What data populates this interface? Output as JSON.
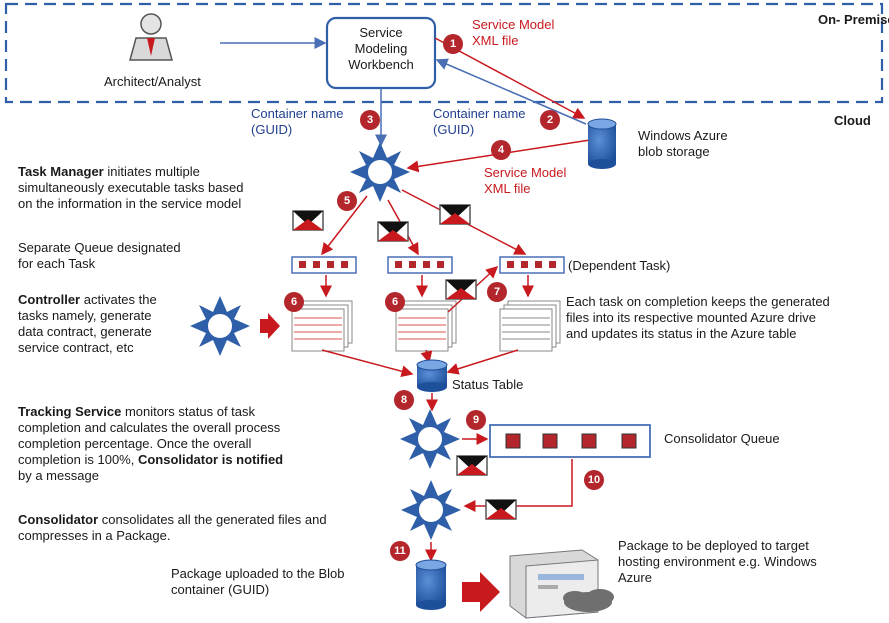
{
  "zones": {
    "on_premise": "On- Premise",
    "cloud": "Cloud"
  },
  "actors": {
    "architect": "Architect/Analyst"
  },
  "workbench": {
    "line1": "Service",
    "line2": "Modeling",
    "line3": "Workbench"
  },
  "labels": {
    "service_model_1a": "Service Model",
    "service_model_1b": "XML file",
    "container_3a": "Container name",
    "container_3b": "(GUID)",
    "container_2a": "Container name",
    "container_2b": "(GUID)",
    "blob_a": "Windows Azure",
    "blob_b": "blob storage",
    "service_model_4a": "Service Model",
    "service_model_4b": "XML file",
    "dependent_task": "(Dependent Task)",
    "status_table": "Status Table",
    "consolidator_queue": "Consolidator Queue",
    "package_deploy_a": "Package to be deployed to target",
    "package_deploy_b": "hosting environment e.g. Windows",
    "package_deploy_c": "Azure",
    "package_upload_a": "Package uploaded to the  Blob",
    "package_upload_b": "container (GUID)"
  },
  "notes": {
    "task_manager_bold": "Task Manager",
    "task_manager_1": " initiates multiple",
    "task_manager_2": "simultaneously  executable tasks based",
    "task_manager_3": "on the information in the service model",
    "queue_1": "Separate Queue designated",
    "queue_2": "for each Task",
    "controller_bold": "Controller",
    "controller_1": " activates the",
    "controller_2": "tasks namely, generate",
    "controller_3": "data contract, generate",
    "controller_4": "service contract, etc",
    "completion_1": "Each task on completion keeps the generated",
    "completion_2": "files into its respective mounted Azure drive",
    "completion_3": "and updates its status in the Azure table",
    "tracking_bold": "Tracking Service",
    "tracking_1": " monitors status of task",
    "tracking_2": "completion and calculates the overall process",
    "tracking_3": "completion percentage. Once the overall",
    "tracking_4a": "completion is 100%, ",
    "tracking_4b": "Consolidator is notified",
    "tracking_5": "by a message",
    "consolidator_bold": "Consolidator",
    "consolidator_1": " consolidates all the generated files and",
    "consolidator_2": "compresses in a Package."
  },
  "steps": [
    "1",
    "2",
    "3",
    "4",
    "5",
    "6",
    "6",
    "7",
    "8",
    "9",
    "10",
    "11"
  ],
  "colors": {
    "red": "#c8191e",
    "navy": "#1f3f8f",
    "blue": "#2f5fa8",
    "step": "#b3262b"
  }
}
